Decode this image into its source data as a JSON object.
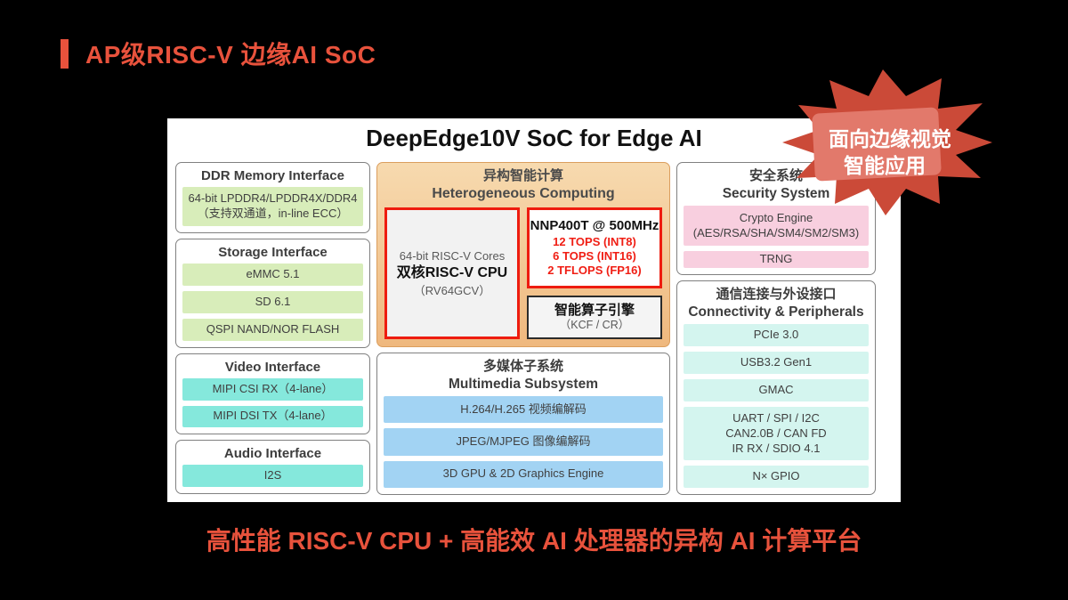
{
  "slide": {
    "title": "AP级RISC-V 边缘AI SoC",
    "caption": "高性能 RISC-V CPU + 高能效 AI 处理器的异构 AI 计算平台"
  },
  "badge": {
    "line1": "面向边缘视觉",
    "line2": "智能应用"
  },
  "soc": {
    "title": "DeepEdge10V SoC for Edge AI",
    "ddr": {
      "title": "DDR Memory Interface",
      "cell_line1": "64-bit LPDDR4/LPDDR4X/DDR4",
      "cell_line2": "（支持双通道，in-line ECC）"
    },
    "storage": {
      "title": "Storage Interface",
      "items": [
        "eMMC 5.1",
        "SD 6.1",
        "QSPI NAND/NOR  FLASH"
      ]
    },
    "video": {
      "title": "Video Interface",
      "items": [
        "MIPI CSI RX（4-lane）",
        "MIPI DSI TX（4-lane）"
      ]
    },
    "audio": {
      "title": "Audio Interface",
      "items": [
        "I2S"
      ]
    },
    "hetero": {
      "title_zh": "异构智能计算",
      "title_en": "Heterogeneous Computing",
      "cpu": {
        "line1": "64-bit RISC-V Cores",
        "line2": "双核RISC-V CPU",
        "line3": "（RV64GCV）"
      },
      "npu": {
        "title": "NNP400T @ 500MHz",
        "specs": [
          "12 TOPS (INT8)",
          "6 TOPS (INT16)",
          "2 TFLOPS (FP16)"
        ]
      },
      "engine": {
        "zh": "智能算子引擎",
        "en": "（KCF / CR）"
      }
    },
    "multimedia": {
      "title_zh": "多媒体子系统",
      "title_en": "Multimedia Subsystem",
      "items": [
        "H.264/H.265 视频编解码",
        "JPEG/MJPEG 图像编解码",
        "3D GPU & 2D Graphics Engine"
      ]
    },
    "security": {
      "title_zh": "安全系统",
      "title_en": "Security System",
      "crypto_line1": "Crypto Engine",
      "crypto_line2": "(AES/RSA/SHA/SM4/SM2/SM3)",
      "trng": "TRNG"
    },
    "connectivity": {
      "title_zh": "通信连接与外设接口",
      "title_en": "Connectivity & Peripherals",
      "items": [
        "PCIe 3.0",
        "USB3.2 Gen1",
        "GMAC"
      ],
      "multi_line1": "UART / SPI / I2C",
      "multi_line2": "CAN2.0B / CAN FD",
      "multi_line3": "IR RX / SDIO 4.1",
      "gpio": "N× GPIO"
    }
  },
  "colors": {
    "background": "#000000",
    "accent_red": "#E8523C",
    "border_red": "#EE1C0F",
    "npu_spec_red": "#F01E14",
    "green": "#D8EDBA",
    "cyan": "#85E8DC",
    "light_cyan": "#D4F5EF",
    "pink": "#F8CFDF",
    "blue": "#A2D3F3",
    "orange_top": "#F7DAAF",
    "orange_bottom": "#EFB87E",
    "star_red": "#CB4A38",
    "star_inner": "#E2796B"
  }
}
